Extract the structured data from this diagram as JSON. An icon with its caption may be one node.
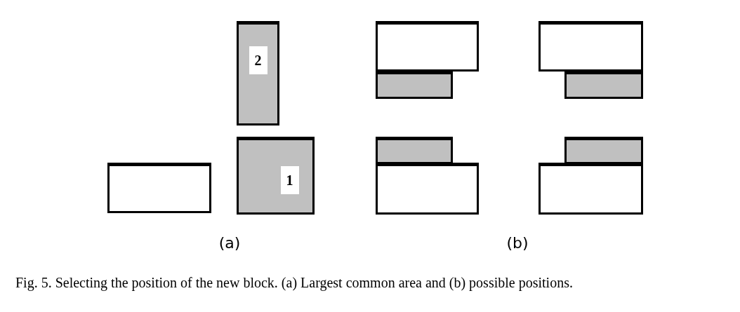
{
  "diagram": {
    "caption": "Fig. 5. Selecting the position of the new block. (a) Largest common area and (b) possible positions.",
    "nodes": [
      {
        "text": [
          "2"
        ]
      },
      {
        "text": [],
        "shape": "box"
      },
      {
        "text": [
          "1"
        ]
      },
      {
        "text": [],
        "shape": "box"
      },
      {
        "text": [],
        "shape": "box"
      },
      {
        "text": [],
        "shape": "box"
      },
      {
        "text": [],
        "shape": "box"
      },
      {
        "text": [],
        "shape": "box"
      },
      {
        "text": [],
        "shape": "box"
      },
      {
        "text": [],
        "shape": "box"
      },
      {
        "text": [],
        "shape": "box"
      }
    ],
    "labels": [
      "(a)",
      "(b)"
    ]
  }
}
